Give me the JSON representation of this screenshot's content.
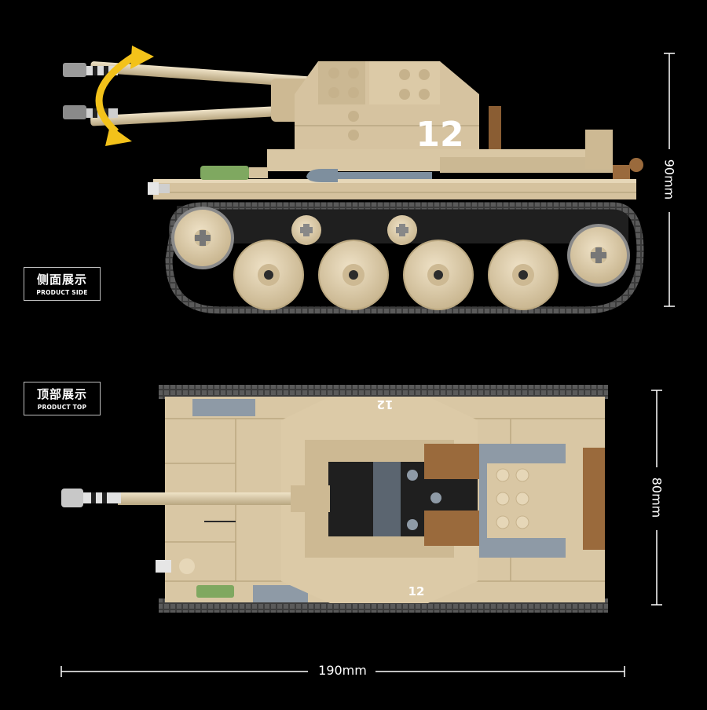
{
  "labels": {
    "side": {
      "cn": "侧面展示",
      "en": "PRODUCT SIDE"
    },
    "top": {
      "cn": "顶部展示",
      "en": "PRODUCT TOP"
    }
  },
  "dimensions": {
    "height": "90mm",
    "width_top": "80mm",
    "length": "190mm"
  },
  "markings": {
    "side_number": "12",
    "top_number": "12",
    "top_number_flipped": "12"
  },
  "colors": {
    "background": "#000000",
    "tan": "#d9c7a4",
    "tan_dark": "#b9a782",
    "track": "#4a4a4a",
    "grey_blue": "#8e9aa6",
    "brown": "#9a6a3c",
    "green": "#7fa860",
    "arrow": "#f3c21a"
  }
}
